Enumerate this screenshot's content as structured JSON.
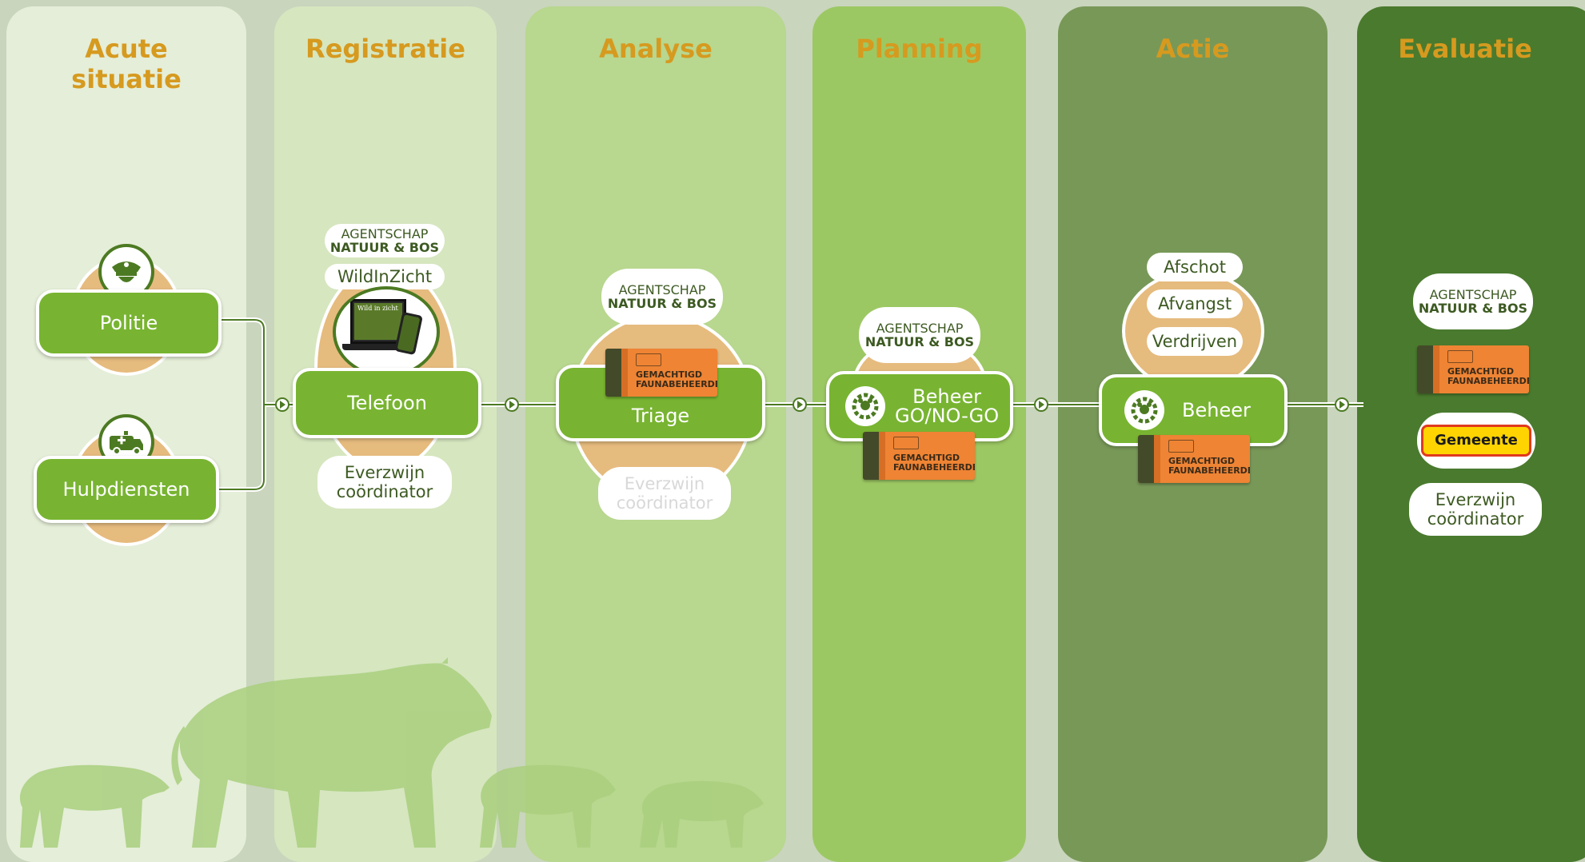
{
  "columns": [
    {
      "title": "Acute situatie",
      "color": "#e5eed8"
    },
    {
      "title": "Registratie",
      "color": "#d6e6bf"
    },
    {
      "title": "Analyse",
      "color": "#b8d78f"
    },
    {
      "title": "Planning",
      "color": "#9cc863"
    },
    {
      "title": "Actie",
      "color": "#789858"
    },
    {
      "title": "Evaluatie",
      "color": "#4a7a2e"
    }
  ],
  "acute": {
    "politie": "Politie",
    "hulpdiensten": "Hulpdiensten"
  },
  "registratie": {
    "anb_line1": "AGENTSCHAP",
    "anb_line2": "NATUUR & BOS",
    "wildinzicht": "WildInZicht",
    "screen_text": "Wild in zicht",
    "box": "Telefoon",
    "coord_line1": "Everzwijn",
    "coord_line2": "coördinator"
  },
  "analyse": {
    "anb_line1": "AGENTSCHAP",
    "anb_line2": "NATUUR & BOS",
    "fauna_line1": "GEMACHTIGD",
    "fauna_line2": "FAUNABEHEERDER",
    "box": "Triage",
    "coord_line1": "Everzwijn",
    "coord_line2": "coördinator"
  },
  "planning": {
    "anb_line1": "AGENTSCHAP",
    "anb_line2": "NATUUR & BOS",
    "box_line1": "Beheer",
    "box_line2": "GO/NO-GO",
    "fauna_line1": "GEMACHTIGD",
    "fauna_line2": "FAUNABEHEERDER"
  },
  "actie": {
    "afschot": "Afschot",
    "afvangst": "Afvangst",
    "verdrijven": "Verdrijven",
    "box": "Beheer",
    "fauna_line1": "GEMACHTIGD",
    "fauna_line2": "FAUNABEHEERDER"
  },
  "evaluatie": {
    "anb_line1": "AGENTSCHAP",
    "anb_line2": "NATUUR & BOS",
    "fauna_line1": "GEMACHTIGD",
    "fauna_line2": "FAUNABEHEERDER",
    "gemeente": "Gemeente",
    "coord_line1": "Everzwijn",
    "coord_line2": "coördinator"
  },
  "colors": {
    "title": "#d69a1f",
    "box_green": "#78b431",
    "blob": "#e6bb7e",
    "fauna": "#ee8434",
    "gemeente": "#ffd400",
    "boar": "#a9cf7e"
  },
  "icons": [
    "police-cap-icon",
    "ambulance-icon",
    "laptop-phone-icon",
    "boar-gear-icon",
    "arrow-connector-icon"
  ]
}
